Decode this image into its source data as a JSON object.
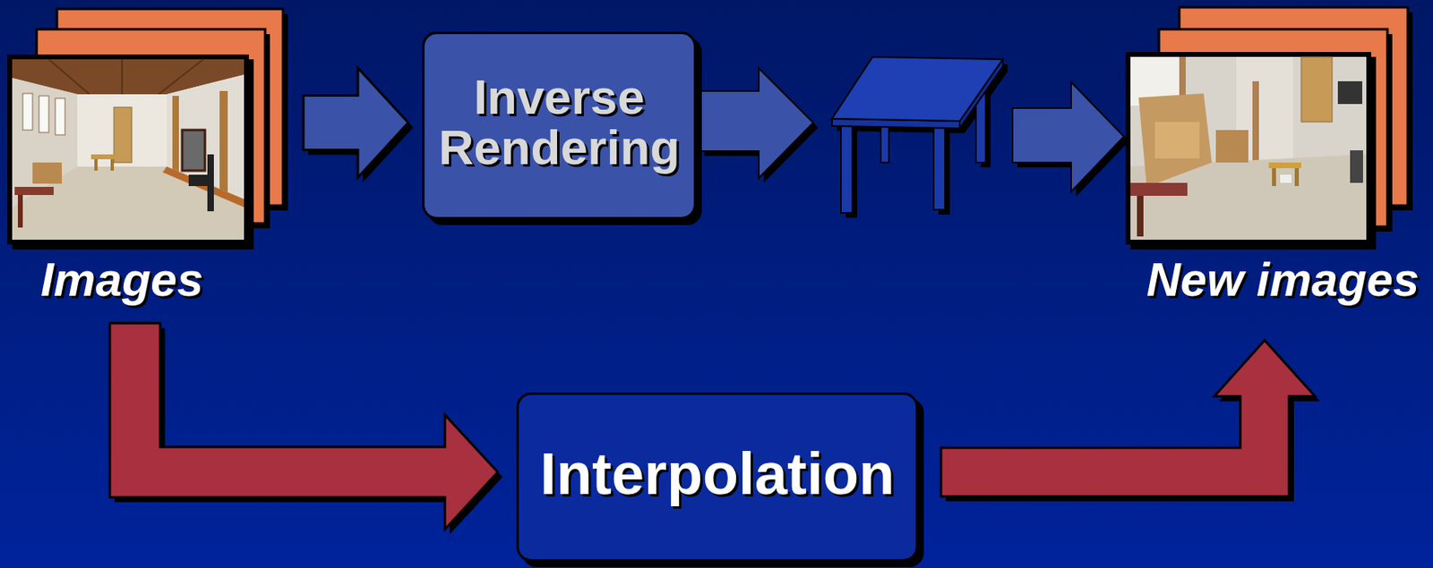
{
  "diagram": {
    "nodes": [
      {
        "text": [
          "Images"
        ]
      },
      {
        "text": [
          "Inverse Rendering"
        ]
      },
      {
        "text": [
          "New images"
        ]
      },
      {
        "text": [
          "Interpolation"
        ]
      }
    ],
    "edges": [
      {
        "from": 0,
        "to": 1,
        "arrow": "to"
      },
      {
        "from": 0,
        "to": 3,
        "arrow": "to"
      },
      {
        "from": 3,
        "to": 2,
        "arrow": "to"
      }
    ]
  }
}
